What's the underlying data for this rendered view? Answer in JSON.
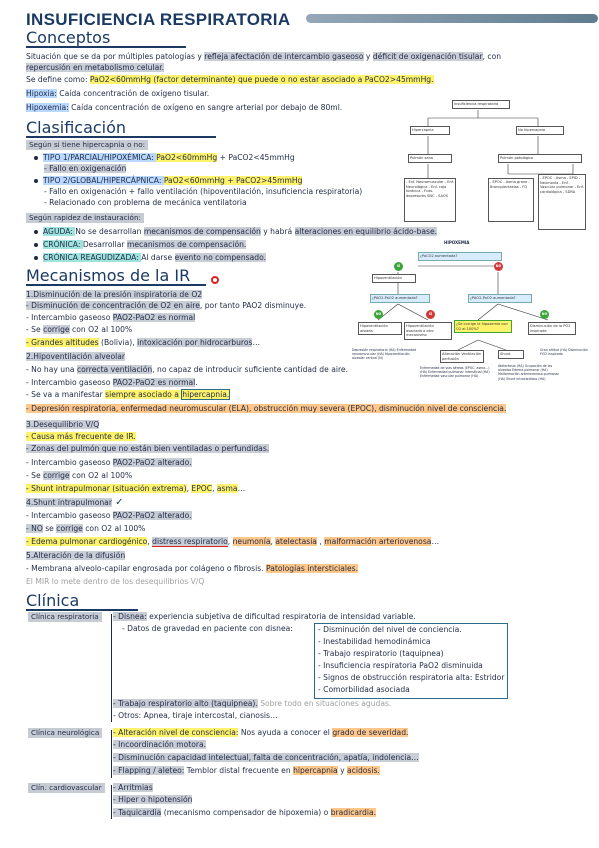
{
  "header": {
    "title": "INSUFICIENCIA RESPIRATORIA",
    "conceptos": "Conceptos",
    "clasificacion": "Clasificación",
    "mecanismos": "Mecanismos de la IR",
    "clinica": "Clínica"
  },
  "conceptos": {
    "l1a": "Situación que se da por múltiples patologías y ",
    "l1b": "refleja afectación de intercambio gaseoso",
    "l1c": " y ",
    "l1d": "déficit de oxigenación tisular",
    "l1e": ", con",
    "l2": "repercusión en metabolismo celular.",
    "l3a": "Se define como: ",
    "l3b": "PaO2<60mmHg (factor determinante) que puede o no estar asociado a PaCO2>45mmHg.",
    "l4a": "Hipoxia:",
    "l4b": " Caída concentración de oxígeno tisular.",
    "l5a": "Hipoxemia:",
    "l5b": " Caída concentración de oxígeno en sangre arterial por debajo de 80ml."
  },
  "clasificacion": {
    "hiper_label": "Según si tiene hipercapnia o no:",
    "t1a": "TIPO 1/PARCIAL/HIPOXÉMICA: ",
    "t1b": "PaO2<60mmHg",
    "t1c": " + PaCO2<45mmHg",
    "t1d": "- Fallo en oxigenación",
    "t2a": "TIPO 2/GLOBAL/HIPERCÁPNICA: ",
    "t2b": "PaO2<60mmHg + PaCO2>45mmHg",
    "t2c": "- Fallo en oxigenación + fallo ventilación (hipoventilación, insuficiencia respiratoria)",
    "t2d": "- Relacionado con problema de mecánica ventilatoria",
    "rap_label": "Según rapidez de instauración:",
    "r1a": "AGUDA: ",
    "r1b": "No se desarrollan ",
    "r1c": "mecanismos de compensación",
    "r1d": " y habrá ",
    "r1e": "alteraciones en equilibrio ácido-base.",
    "r2a": "CRÓNICA: ",
    "r2b": "Desarrollar ",
    "r2c": "mecanismos de compensación.",
    "r3a": "CRÓNICA REAGUDIZADA: ",
    "r3b": "Al darse ",
    "r3c": "evento no compensado."
  },
  "diagram1": {
    "root": "Insuficiencia respiratoria",
    "left": "Hipercapnia",
    "right": "No hipercapnia",
    "lchild": "Pulmón sano",
    "rchild": "Pulmón patológico",
    "list1": "- Enf. Neuromuscular - Enf. Neurológica - Enf. caja torácica - Fcos. depresores SNC - SAOS",
    "list2": "- EPOC - Asma grave - Bronquiectasias - FQ",
    "list3": "- EPOC - Asma - EPID - Neumonía - Enf. Vascular pulmonar - Enf. cardiológica - SDRA"
  },
  "diagram2": {
    "title": "HIPOXEMIA",
    "q1": "¿PaCO2 aumentada?",
    "si": "SÍ",
    "no": "NO",
    "hipovent": "Hipoventilación",
    "q2": "¿PAO2-PaO2 aumentada?",
    "q3": "¿PAO2-PaO2 aumentada?",
    "b1": "Hipoventilación aislada",
    "b2": "Hipoventilación asociada a otro mecanismo",
    "b3": "¿Se corrige la hipoxemia con O2 al 100%?",
    "b4": "Disminución de la PO2 inspirada",
    "c1": "Alteración Ventilación perfusión",
    "c2": "Shunt",
    "n1": "Depresión respiratoria (HA) Enfermedad neuromuscular (HA) Hipoventilación alveolar central (N)",
    "n2": "Enfermedad de vías aéreas (EPOC, asma...) (HA) Enfermedad pulmonar intersticial (HA) Enfermedad vascular pulmonar (HA)",
    "n3": "Atelectasia (HA) Ocupación de los alveolos Edema pulmonar (HA) Malformación arteriovenosa pulmonar (HA) Shunt intracardíaco (HA)",
    "n4": "Gran altitud (HA) Disminución FiO2 inspirada"
  },
  "mecanismos": {
    "m1": "1.Disminución de la presión inspiratoria de O2",
    "m1a1": "- Disminución",
    "m1a2": " de concentración de O2 en aire",
    "m1a3": ", por tanto PAO2 disminuye.",
    "m1b1": "- Intercambio gaseoso ",
    "m1b2": "PAO2-PaO2 es normal",
    "m1c1": "- Se ",
    "m1c2": "corrige",
    "m1c3": " con O2 al 100%",
    "m1d1": "- Grandes altitudes",
    "m1d2": " (Bolivia), ",
    "m1d3": "intoxicación por hidrocarburos",
    "m1d4": "…",
    "m2": "2.Hipoventilación alveolar",
    "m2a1": "- No hay una ",
    "m2a2": "correcta ventilación",
    "m2a3": ", no capaz de introducir suficiente cantidad de aire.",
    "m2b1": "- Intercambio gaseoso ",
    "m2b2": "PAO2-PaO2 es normal",
    "m2b3": ".",
    "m2c1": "- Se va a manifestar ",
    "m2c2": "siempre asociado a ",
    "m2c3": "hipercapnia.",
    "m2d": "- Depresión respiratoria, enfermedad neuromuscular (ELA), obstrucción muy severa (EPOC), disminución nivel de consciencia.",
    "m3": "3.Desequilibrio V/Q",
    "m3a": "- Causa más frecuente de IR.",
    "m3b1": "- Zonas del pulmón que no están bien ",
    "m3b2": "ventiladas o perfundidas.",
    "m3c1": "- Intercambio gaseoso ",
    "m3c2": "PAO2-PaO2 alterado.",
    "m3d1": "- Se ",
    "m3d2": "corrige",
    "m3d3": " con O2 al 100%",
    "m3e1": "- Shunt intrapulmonar (situación extrema)",
    "m3e2": ", ",
    "m3e3": "EPOC",
    "m3e4": ", ",
    "m3e5": "asma",
    "m3e6": "…",
    "m4": "4.Shunt intrapulmonar",
    "m4a1": "- Intercambio gaseoso ",
    "m4a2": "PAO2-PaO2 alterado.",
    "m4b1": "- NO",
    "m4b2": " se ",
    "m4b3": "corrige",
    "m4b4": " con O2 al 100%",
    "m4c1": "- Edema pulmonar cardiogénico",
    "m4c2": ", ",
    "m4c3": "distress respiratorio",
    "m4c4": ", ",
    "m4c5": "neumonía",
    "m4c6": ", ",
    "m4c7": "atelectasia",
    "m4c8": " , ",
    "m4c9": "malformación arteriovenosa",
    "m4c10": "…",
    "m5": "5.Alteración de la difusión",
    "m5a1": "- Membrana alveolo-capilar engrosada por colágeno o fibrosis. ",
    "m5a2": "Patologías intersticiales.",
    "mir": "El MIR lo mete dentro de los desequilibrios V/Q"
  },
  "clinica": {
    "resp_label": "Clínica respiratoria",
    "d1a": "- Disnea:",
    "d1b": " experiencia subjetiva de dificultad respiratoria de intensidad variable.",
    "d2": "- Datos de gravedad en paciente con disnea:",
    "g1": "- Disminución del nivel de conciencia.",
    "g2": "- Inestabilidad hemodinámica",
    "g3": "- Trabajo respiratorio (taquipnea)",
    "g4": "- Insuficiencia respiratoria PaO2 disminuida",
    "g5": "- Signos de obstrucción respiratoria alta: Estridor",
    "g6": "- Comorbilidad asociada",
    "tr1": "- Trabajo respiratorio alto (taquipnea).",
    "tr2": " Sobre todo en situaciones agudas.",
    "otros": "- Otros: Apnea, tiraje intercostal, cianosis…",
    "neuro_label": "Clínica neurológica",
    "n1a": "- Alteración nivel de consciencia:",
    "n1b": " Nos ayuda a conocer el ",
    "n1c": "grado de severidad.",
    "n2": "- Incoordinación motora.",
    "n3": "- Disminución capacidad intelectual, falta de concentración, apatía, indolencia…",
    "n4a": "- Flapping / aleteo:",
    "n4b": " Temblor distal frecuente en ",
    "n4c": "hipercapnia",
    "n4d": " y ",
    "n4e": "acidosis.",
    "cardio_label": "Clín. cardiovascular",
    "c1": "- Arritmias",
    "c2": "- Hiper o hipotensión",
    "c3a": "- Taquicardia",
    "c3b": " (mecanismo compensador de hipoxemia) o ",
    "c3c": "bradicardia."
  },
  "colors": {
    "heading": "#1b3a63",
    "yellow": "#fff36b",
    "orange": "#ffc78a",
    "blue": "#b9d8ff",
    "gray": "#c9cdd6",
    "teal": "#9fe3df"
  }
}
